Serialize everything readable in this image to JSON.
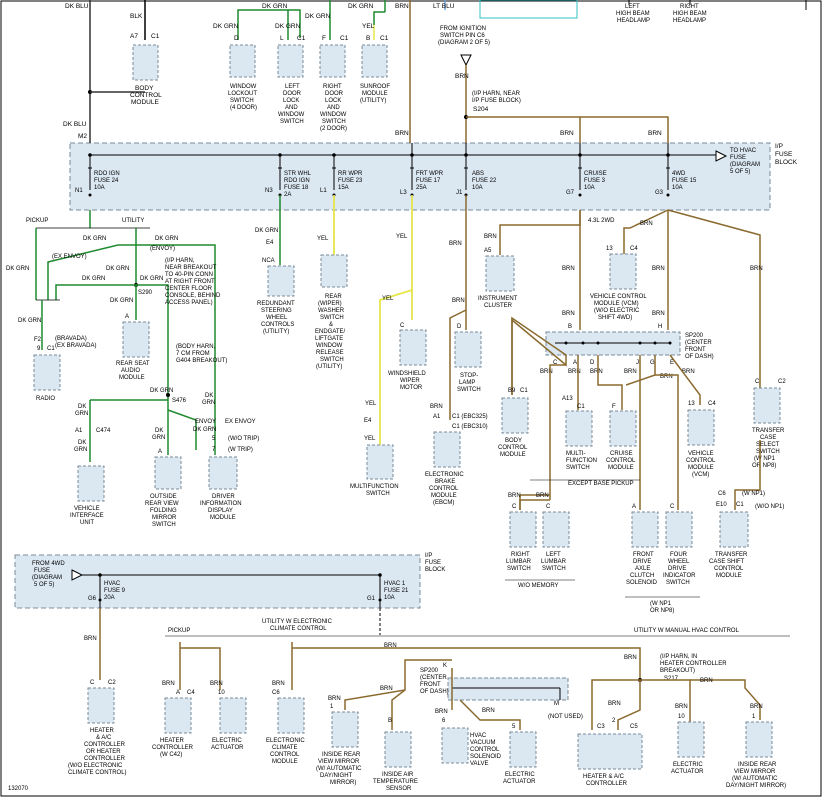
{
  "figure_id": "132070",
  "colors": {
    "brn": "#8a6a2f",
    "dkgrn": "#1f8a2e",
    "yel": "#e6e64a",
    "dkblu": "#333333",
    "pnk": "#ff9fbf",
    "box": "#dbe8f2",
    "boxstroke": "#7a8a99"
  },
  "wires": {
    "dkblu": "DK BLU",
    "blk": "BLK",
    "dkgrn": "DK GRN",
    "yel": "YEL",
    "brn": "BRN",
    "ltblu": "LT BLU"
  },
  "top": {
    "body_control_module": "BODY CONTROL MODULE",
    "window_lockout": "WINDOW LOCKOUT SWITCH (4 DOOR)",
    "left_door": "LEFT DOOR LOCK AND WINDOW SWITCH",
    "right_door": "RIGHT DOOR LOCK AND WINDOW SWITCH (2 DOOR)",
    "sunroof": "SUNROOF MODULE (UTILITY)",
    "ignition": "FROM IGNITION SWITCH PIN C6 (DIAGRAM 2 OF 5)",
    "left_hb": "LEFT HIGH BEAM HEADLAMP",
    "right_hb": "RIGHT HIGH BEAM HEADLAMP",
    "ip_harn": "(I/P HARN, NEAR I/P FUSE BLOCK)",
    "s204": "S204",
    "m2": "M2",
    "a7": "A7",
    "c1": "C1",
    "d": "D",
    "l": "L",
    "f": "F",
    "b": "B"
  },
  "fuse_block": {
    "label": "I/P FUSE BLOCK",
    "to_hvac": "TO HVAC FUSE (DIAGRAM 5 OF 5)",
    "fuses": [
      {
        "name": "RDO IGN",
        "num": "FUSE 24",
        "amp": "10A",
        "pin": "N1"
      },
      {
        "name": "STR WHL RDO IGN",
        "num": "FUSE 18",
        "amp": "2A",
        "pin": "N3"
      },
      {
        "name": "RR WPR",
        "num": "FUSE 23",
        "amp": "15A",
        "pin": "L1"
      },
      {
        "name": "FRT WPR",
        "num": "FUSE 17",
        "amp": "25A",
        "pin": "L3"
      },
      {
        "name": "ABS",
        "num": "FUSE 22",
        "amp": "10A",
        "pin": "J1"
      },
      {
        "name": "CRUISE",
        "num": "FUSE 3",
        "amp": "10A",
        "pin": "G7"
      },
      {
        "name": "4WD",
        "num": "FUSE 15",
        "amp": "10A",
        "pin": "G3"
      }
    ]
  },
  "middle": {
    "pickup": "PICKUP",
    "utility": "UTILITY",
    "ex_envoy1": "(EX ENVOY)",
    "envoy": "(ENVOY)",
    "ip_harn2": "(I/P HARN, NEAR BREAKOUT TO 40-PIN CONN AT RIGHT FRONT CENTER FLOOR CONSOLE, BEHIND ACCESS PANEL)",
    "s290": "S290",
    "bravada": "(BRAVADA)",
    "ex_bravada": "(EX BRAVADA)",
    "f2": "F2",
    "nine": "9",
    "c1": "C1",
    "radio": "RADIO",
    "rear_seat_audio": "REAR SEAT AUDIO MODULE",
    "body_harn": "(BODY HARN, 7 CM FROM G404 BREAKOUT)",
    "s476": "S476",
    "a1": "A1",
    "c474": "C474",
    "vehicle_interface": "VEHICLE INTERFACE UNIT",
    "outside_mirror": "OUTSIDE REAR VIEW FOLDING MIRROR SWITCH",
    "envoy2": "ENVOY",
    "ex_envoy2": "EX ENVOY",
    "wo_trip": "(W/O TRIP)",
    "w_trip": "(W TRIP)",
    "dic": "DRIVER INFORMATION DISPLAY MODULE",
    "e4": "E4",
    "nca": "NCA",
    "redundant": "REDUNDANT STEERING WHEEL CONTROLS (UTILITY)",
    "rear_washer": "REAR WIPER/ WASHER SWITCH & ENDGATE/ LIFTGATE WINDOW RELEASE SWITCH (UTILITY)",
    "windshield": "WINDSHIELD WIPER MOTOR",
    "multifunction": "MULTIFUNCTION SWITCH",
    "stop_lamp": "STOP- LAMP SWITCH",
    "ebcm": "ELECTRONIC BRAKE CONTROL MODULE (EBCM)",
    "c1_ebc325": "C1 (EBC325)",
    "c1_ebc310": "C1 (EBC310)",
    "instrument": "INSTRUMENT CLUSTER",
    "a5": "A5",
    "vcm_top": "VEHICLE CONTROL MODULE (VCM) (W/O ELECTRIC SHIFT 4WD)",
    "liter": "4.3L 2WD",
    "sp200": "SP200 (CENTER FRONT OF DASH)",
    "body_ctrl2": "BODY CONTROL MODULE",
    "multifunction2": "MULTI- FUNCTION SWITCH",
    "cruise": "CRUISE CONTROL MODULE",
    "vcm2": "VEHICLE CONTROL MODULE (VCM)",
    "tc_select": "TRANSFER CASE SELECT SWITCH (W NP1 OR NP8)",
    "except_base": "EXCEPT BASE PICKUP",
    "right_lumbar": "RIGHT LUMBAR SWITCH",
    "left_lumbar": "LEFT LUMBAR SWITCH",
    "wo_memory": "W/O MEMORY",
    "front_axle": "FRONT DRIVE AXLE CLUTCH SOLENOID",
    "four_wheel": "FOUR WHEEL DRIVE INDICATOR SWITCH",
    "tc_shift": "TRANSFER CASE SHIFT CONTROL MODULE",
    "w_np": "(W NP1 OR NP8)",
    "w_np1": "(W NP1)",
    "wo_np1": "(W/O NP1)"
  },
  "bottom": {
    "from_4wd": "FROM 4WD FUSE (DIAGRAM 5 OF 5)",
    "hvac": {
      "name": "HVAC",
      "num": "FUSE 9",
      "amp": "20A",
      "pin": "G6"
    },
    "hvac1": {
      "name": "HVAC 1",
      "num": "FUSE 21",
      "amp": "10A",
      "pin": "G1"
    },
    "ip_fuse_block": "I/P FUSE BLOCK",
    "utility_w_ecc": "UTILITY W ELECTRONIC CLIMATE CONTROL",
    "pickup": "PICKUP",
    "utility_manual": "UTILITY W MANUAL HVAC CONTROL",
    "heater_ac": "HEATER & A/C CONTROLLER OR HEATER CONTROLLER (W/O ELECTRONIC CLIMATE CONTROL)",
    "heater_ctrl": "HEATER CONTROLLER (W C42)",
    "elec_act": "ELECTRIC ACTUATOR",
    "ecc_module": "ELECTRONIC CLIMATE CONTROL MODULE",
    "inside_mirror": "INSIDE REAR VIEW MIRROR (W/ AUTOMATIC DAY/NIGHT MIRROR)",
    "air_temp": "INSIDE AIR TEMPERATURE SENSOR",
    "hvac_vac": "HVAC VACUUM CONTROL SOLENOID VALVE",
    "elec_act2": "ELECTRIC ACTUATOR",
    "sp200": "SP200 (CENTER FRONT OF DASH)",
    "not_used": "(NOT USED)",
    "ip_harn3": "(I/P HARN, IN HEATER CONTROLLER BREAKOUT)",
    "s217": "S217",
    "heater_ac2": "HEATER & A/C CONTROLLER",
    "elec_act3": "ELECTRIC ACTUATOR",
    "inside_mirror2": "INSIDE REAR VIEW MIRROR (W/ AUTOMATIC DAY/NIGHT MIRROR)"
  }
}
